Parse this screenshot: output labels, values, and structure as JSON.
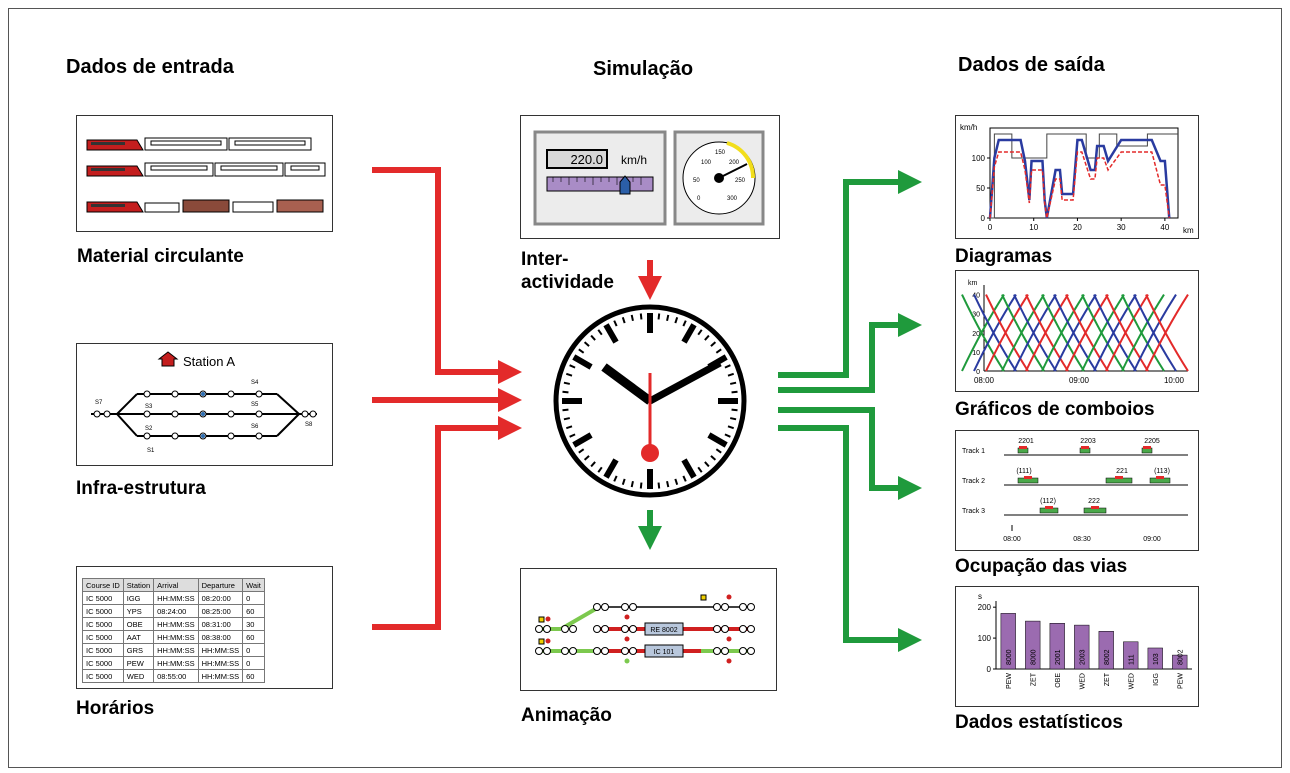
{
  "headers": {
    "input": "Dados de entrada",
    "simulation": "Simulação",
    "output": "Dados de saída"
  },
  "inputs": {
    "rolling_stock": "Material circulante",
    "infrastructure": "Infra-estrutura",
    "timetable": "Horários"
  },
  "simulation": {
    "interactivity_line1": "Inter-",
    "interactivity_line2": "actividade",
    "animation": "Animação",
    "speed_value": "220.0",
    "speed_unit": "km/h",
    "gauge_ticks": [
      "0",
      "50",
      "100",
      "150",
      "200",
      "250",
      "300"
    ]
  },
  "outputs": {
    "diagrams": "Diagramas",
    "train_graphs": "Gráficos de comboios",
    "track_occupation": "Ocupação das vias",
    "statistics": "Dados estatísticos"
  },
  "infrastructure": {
    "station": "Station A",
    "signals": [
      "S1",
      "S2",
      "S3",
      "S4",
      "S5",
      "S6",
      "S7",
      "S8"
    ]
  },
  "timetable": {
    "columns": [
      "Course ID",
      "Station",
      "Arrival",
      "Departure",
      "Wait"
    ],
    "rows": [
      [
        "IC 5000",
        "IGG",
        "HH:MM:SS",
        "08:20:00",
        "0"
      ],
      [
        "IC 5000",
        "YPS",
        "08:24:00",
        "08:25:00",
        "60"
      ],
      [
        "IC 5000",
        "OBE",
        "HH:MM:SS",
        "08:31:00",
        "30"
      ],
      [
        "IC 5000",
        "AAT",
        "HH:MM:SS",
        "08:38:00",
        "60"
      ],
      [
        "IC 5000",
        "GRS",
        "HH:MM:SS",
        "HH:MM:SS",
        "0"
      ],
      [
        "IC 5000",
        "PEW",
        "HH:MM:SS",
        "HH:MM:SS",
        "0"
      ],
      [
        "IC 5000",
        "WED",
        "08:55:00",
        "HH:MM:SS",
        "60"
      ]
    ]
  },
  "animation": {
    "train1": "RE 8002",
    "train2": "IC 101"
  },
  "colors": {
    "input_arrows": "#e32a2a",
    "output_arrows": "#1f9a3c",
    "speed_max": "#444444",
    "speed_actual": "#2a3ba0",
    "speed_planned": "#e32a2a",
    "bars": "#9b6bb0"
  },
  "chart_data": [
    {
      "type": "line",
      "name_ref": "diagrams",
      "xlabel": "km",
      "ylabel": "km/h",
      "xlim": [
        0,
        43
      ],
      "ylim": [
        0,
        150
      ],
      "x_ticks": [
        "0",
        "10",
        "20",
        "30",
        "40"
      ],
      "y_ticks": [
        "0",
        "50",
        "100"
      ],
      "series": [
        {
          "x": [
            0,
            1,
            1,
            5,
            5,
            13,
            13,
            22,
            22,
            25,
            25,
            29,
            29,
            36,
            36,
            43
          ],
          "y": [
            0,
            0,
            140,
            140,
            100,
            100,
            140,
            140,
            100,
            100,
            140,
            140,
            120,
            120,
            140,
            140
          ]
        },
        {
          "x": [
            0,
            1,
            2,
            7,
            8,
            9,
            9.5,
            12,
            12.5,
            13,
            15,
            16,
            16.5,
            19,
            20,
            21,
            23,
            24,
            24.5,
            26,
            27,
            30,
            31,
            33,
            36,
            37,
            39,
            40,
            41
          ],
          "y": [
            0,
            100,
            130,
            130,
            95,
            30,
            95,
            95,
            30,
            0,
            80,
            80,
            40,
            40,
            130,
            130,
            80,
            80,
            120,
            120,
            95,
            130,
            130,
            130,
            130,
            130,
            95,
            95,
            0
          ]
        },
        {
          "x": [
            0,
            1,
            2,
            7,
            8,
            9,
            9.5,
            12,
            12.5,
            13,
            15,
            16,
            16.5,
            19,
            20,
            21,
            23,
            24,
            24.5,
            26,
            27,
            30,
            31,
            33,
            36,
            37,
            39,
            40,
            41
          ],
          "y": [
            0,
            85,
            110,
            110,
            80,
            25,
            80,
            80,
            25,
            0,
            65,
            65,
            30,
            30,
            110,
            110,
            65,
            65,
            100,
            100,
            80,
            110,
            110,
            110,
            110,
            110,
            55,
            55,
            0
          ]
        }
      ]
    },
    {
      "type": "line",
      "name_ref": "train_graphs",
      "xlabel": "",
      "ylabel": "km",
      "x_ticks": [
        "08:00",
        "09:00",
        "10:00"
      ],
      "y_ticks": [
        "0",
        "10",
        "20",
        "30",
        "40"
      ],
      "ylim": [
        0,
        45
      ]
    },
    {
      "type": "bar",
      "name_ref": "track_occupation",
      "tracks": [
        "Track 1",
        "Track 2",
        "Track 3"
      ],
      "x_ticks": [
        "08:00",
        "08:30",
        "09:00"
      ],
      "labels": [
        {
          "track": 1,
          "text": "2201"
        },
        {
          "track": 1,
          "text": "2203"
        },
        {
          "track": 1,
          "text": "2205"
        },
        {
          "track": 2,
          "text": "(111)"
        },
        {
          "track": 2,
          "text": "221"
        },
        {
          "track": 2,
          "text": "(113)"
        },
        {
          "track": 3,
          "text": "(112)"
        },
        {
          "track": 3,
          "text": "222"
        }
      ]
    },
    {
      "type": "bar",
      "name_ref": "statistics",
      "ylabel": "s",
      "ylim": [
        0,
        220
      ],
      "y_ticks": [
        "0",
        "100",
        "200"
      ],
      "categories": [
        "PEW",
        "ZET",
        "OBE",
        "WED",
        "ZET",
        "WED",
        "IGG",
        "PEW"
      ],
      "bar_labels": [
        "8000",
        "8000",
        "2001",
        "2003",
        "8002",
        "111",
        "103",
        "8002"
      ],
      "values": [
        180,
        155,
        148,
        142,
        122,
        88,
        68,
        45
      ]
    }
  ]
}
